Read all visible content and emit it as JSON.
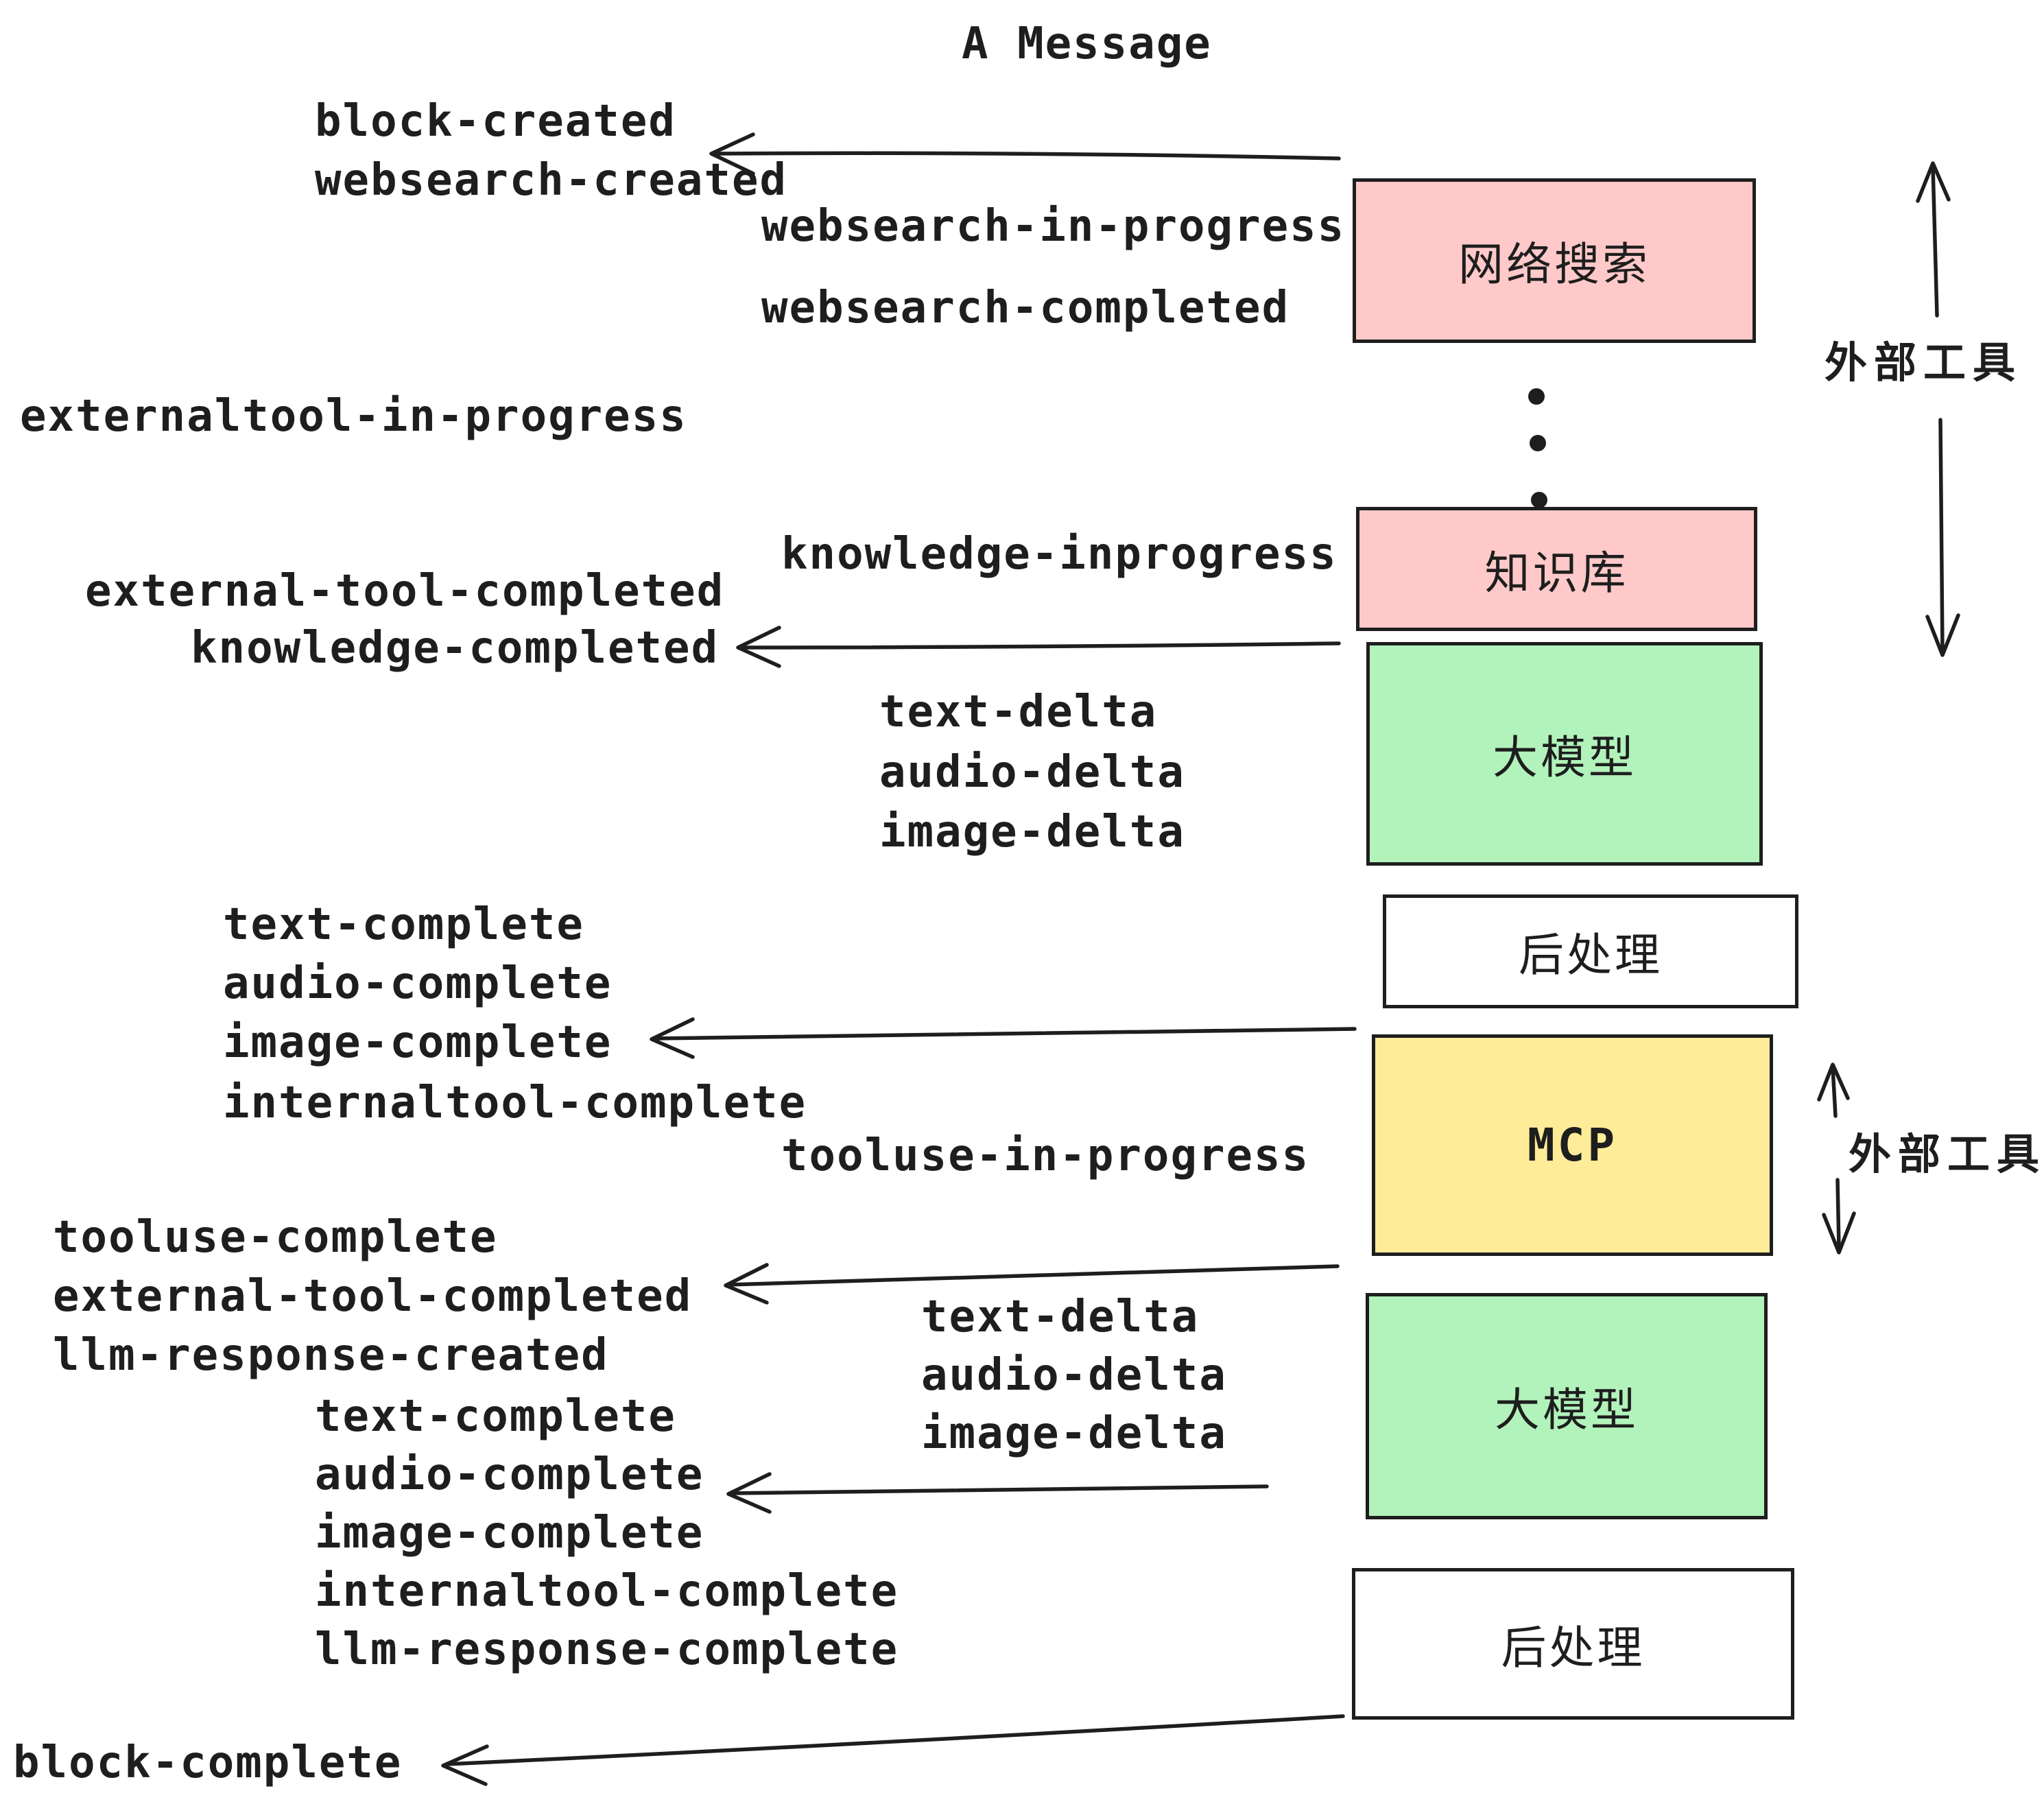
{
  "title": "A Message",
  "colors": {
    "ink": "#1e1e1e",
    "pink": "#ffc9c9",
    "green": "#b2f2bb",
    "yellow": "#ffec99",
    "white": "#ffffff"
  },
  "boxes": {
    "websearch": {
      "label": "网络搜索",
      "fill": "#ffc9c9"
    },
    "knowledge": {
      "label": "知识库",
      "fill": "#ffc9c9"
    },
    "llm_top": {
      "label": "大模型",
      "fill": "#b2f2bb"
    },
    "postprocess_top": {
      "label": "后处理",
      "fill": "#ffffff"
    },
    "mcp": {
      "label": "MCP",
      "fill": "#ffec99"
    },
    "llm_bottom": {
      "label": "大模型",
      "fill": "#b2f2bb"
    },
    "postprocess_bottom": {
      "label": "后处理",
      "fill": "#ffffff"
    }
  },
  "side_labels": {
    "external_tools_top": "外部工具",
    "external_tools_mcp": "外部工具"
  },
  "events": [
    {
      "text": "block-created"
    },
    {
      "text": "websearch-created"
    },
    {
      "text": "websearch-in-progress"
    },
    {
      "text": "websearch-completed"
    },
    {
      "text": "externaltool-in-progress"
    },
    {
      "text": "knowledge-inprogress"
    },
    {
      "text": "external-tool-completed"
    },
    {
      "text": "knowledge-completed"
    },
    {
      "text": "text-delta"
    },
    {
      "text": "audio-delta"
    },
    {
      "text": "image-delta"
    },
    {
      "text": "text-complete"
    },
    {
      "text": "audio-complete"
    },
    {
      "text": "image-complete"
    },
    {
      "text": "internaltool-complete"
    },
    {
      "text": "tooluse-in-progress"
    },
    {
      "text": "tooluse-complete"
    },
    {
      "text": "external-tool-completed"
    },
    {
      "text": "llm-response-created"
    },
    {
      "text": "text-complete"
    },
    {
      "text": "audio-complete"
    },
    {
      "text": "image-complete"
    },
    {
      "text": "internaltool-complete"
    },
    {
      "text": "llm-response-complete"
    },
    {
      "text": "block-complete"
    },
    {
      "text": "text-delta"
    },
    {
      "text": "audio-delta"
    },
    {
      "text": "image-delta"
    }
  ]
}
